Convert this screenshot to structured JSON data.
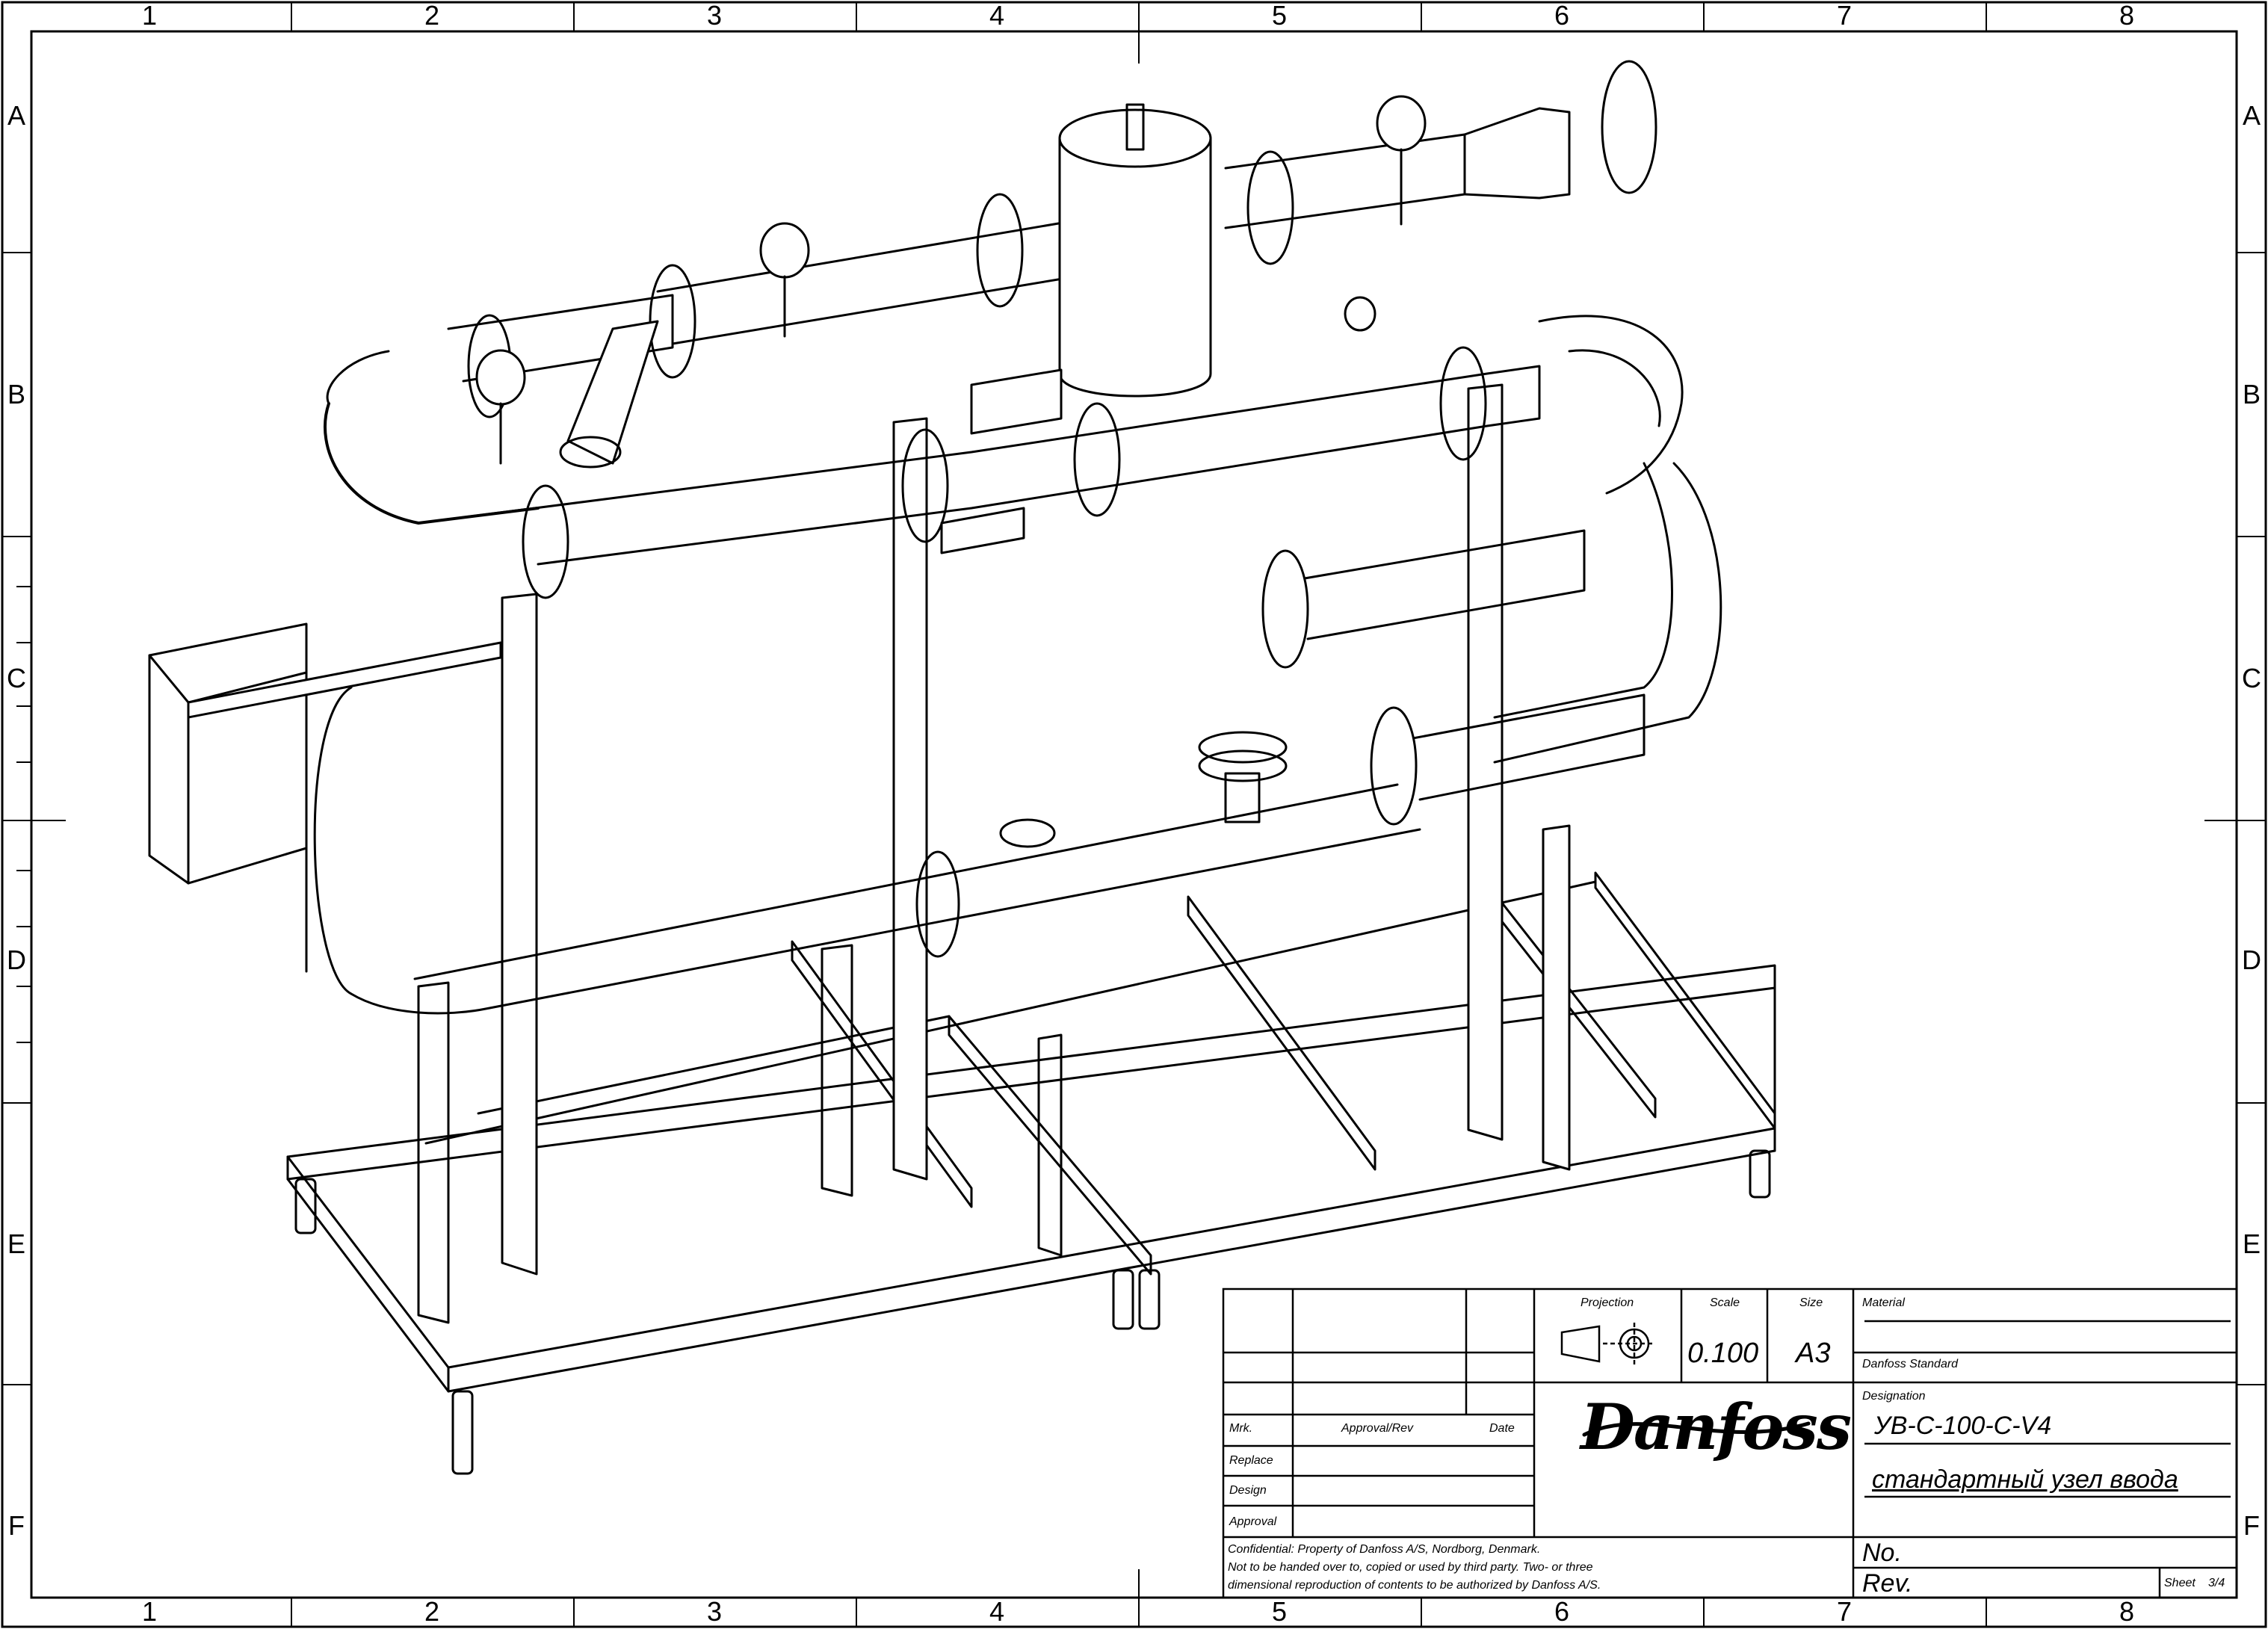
{
  "frame": {
    "columns": [
      "1",
      "2",
      "3",
      "4",
      "5",
      "6",
      "7",
      "8"
    ],
    "rows": [
      "A",
      "B",
      "C",
      "D",
      "E",
      "F"
    ]
  },
  "title_block": {
    "projection_label": "Projection",
    "scale_label": "Scale",
    "scale_value": "0.100",
    "size_label": "Size",
    "size_value": "A3",
    "material_label": "Material",
    "standard_label": "Danfoss Standard",
    "designation_label": "Designation",
    "designation_code": "УВ-С-100-С-V4",
    "designation_name": "стандартный узел ввода",
    "mrk_label": "Mrk.",
    "approval_rev_label": "Approval/Rev",
    "date_label": "Date",
    "replace_label": "Replace",
    "design_label": "Design",
    "approval_label": "Approval",
    "logo": "Danfoss",
    "confidential_1": "Confidential:  Property of Danfoss A/S, Nordborg, Denmark.",
    "confidential_2": "Not to be handed over to, copied or used by third party. Two- or three",
    "confidential_3": "dimensional reproduction of contents to be authorized by Danfoss A/S.",
    "no_label": "No.",
    "rev_label": "Rev.",
    "sheet_label": "Sheet",
    "sheet_value": "3/4"
  }
}
